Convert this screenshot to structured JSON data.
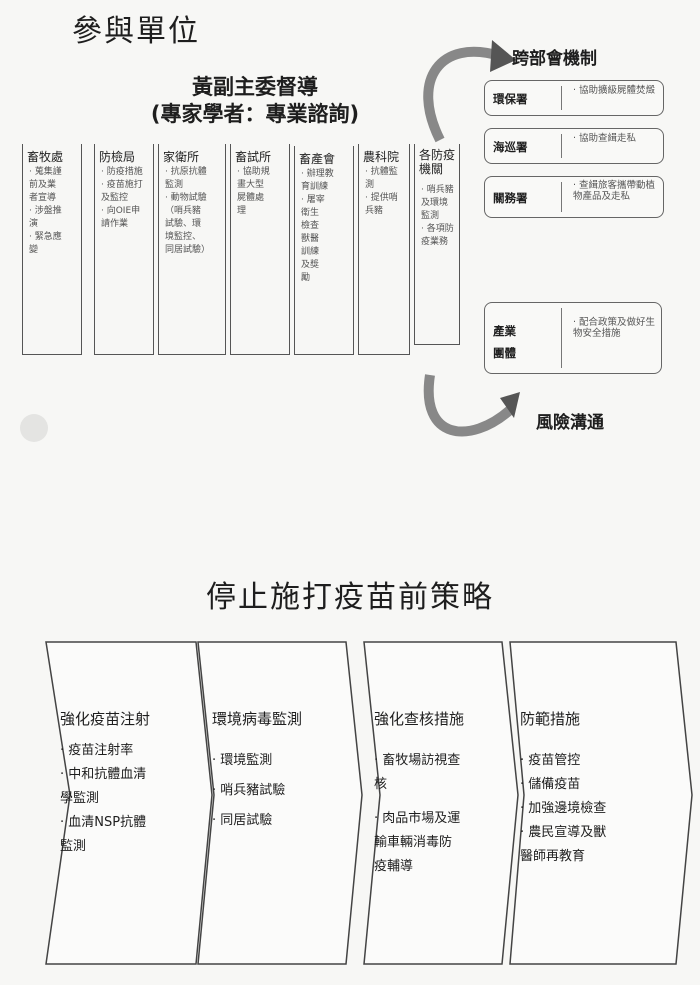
{
  "section1": {
    "title": "參與單位",
    "center_title": [
      "黃副主委督導",
      "(專家學者：專業諮詢)"
    ],
    "agencies": [
      {
        "name": "畜牧處",
        "items": [
          "‧ 蒐集謹",
          "前及業",
          "者宣導",
          "‧ 涉盤推",
          "演",
          "‧ 緊急應",
          "變"
        ]
      },
      {
        "name": "防檢局",
        "items": [
          "‧ 防疫措施",
          "‧ 疫苗施打",
          "及監控",
          "‧ 向OIE申",
          "請作業"
        ]
      },
      {
        "name": "家衛所",
        "items": [
          "‧ 抗原抗體",
          "監測",
          "‧ 動物試驗",
          "（哨兵豬",
          "試驗、環",
          "境監控、",
          "同居試驗）"
        ]
      },
      {
        "name": "畜試所",
        "items": [
          "‧ 協助規",
          "畫大型",
          "屍體處",
          "理"
        ]
      },
      {
        "name": "畜產會",
        "items": [
          "‧ 辦理教",
          "育訓練",
          "‧ 屠宰",
          "衛生",
          "檢查",
          "獸醫",
          "訓練",
          "及獎",
          "勵"
        ]
      },
      {
        "name": "農科院",
        "items": [
          "‧ 抗體監",
          "測",
          "‧ 提供哨",
          "兵豬"
        ]
      },
      {
        "name": "各防疫機關",
        "items": [
          "‧ 哨兵豬",
          "及環境",
          "監測",
          "‧ 各項防",
          "疫業務"
        ]
      }
    ],
    "cross_title": "跨部會機制",
    "cross": [
      {
        "label": "環保署",
        "desc": "‧ 協助擴級屍體焚燬"
      },
      {
        "label": "海巡署",
        "desc": "‧ 協助查緝走私"
      },
      {
        "label": "關務署",
        "desc": "‧ 查緝旅客攜帶動植物產品及走私"
      }
    ],
    "industry": {
      "label": "產業團體",
      "desc": "‧ 配合政策及做好生物安全措施"
    },
    "risk_title": "風險溝通"
  },
  "section2": {
    "title": "停止施打疫苗前策略",
    "stages": [
      {
        "title": "強化疫苗注射",
        "items": [
          "‧ 疫苗注射率",
          "‧ 中和抗體血清",
          "  學監測",
          "‧ 血清NSP抗體",
          "  監測"
        ]
      },
      {
        "title": "環境病毒監測",
        "items": [
          "‧ 環境監測",
          "‧ 哨兵豬試驗",
          "‧ 同居試驗"
        ]
      },
      {
        "title": "強化查核措施",
        "items": [
          "‧ 畜牧場訪視查",
          "  核",
          "‧ 肉品市場及運",
          "  輸車輛消毒防",
          "  疫輔導"
        ]
      },
      {
        "title": "防範措施",
        "items": [
          "‧ 疫苗管控",
          "‧ 儲備疫苗",
          "‧ 加強邊境檢查",
          "‧ 農民宣導及獸",
          "  醫師再教育"
        ]
      }
    ]
  }
}
